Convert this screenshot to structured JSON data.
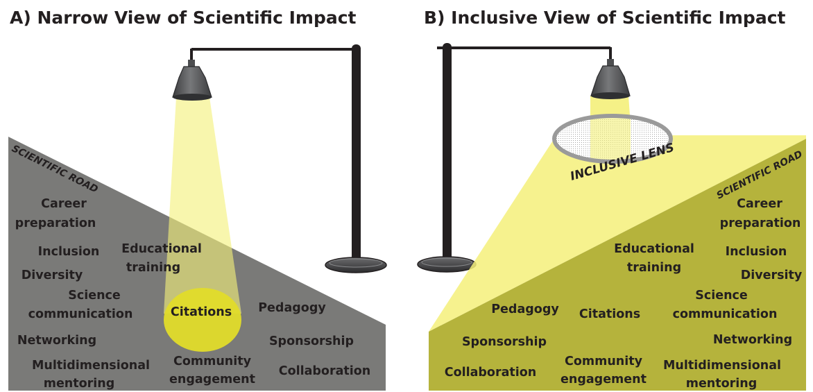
{
  "panels": {
    "narrow": {
      "title": "A) Narrow View of Scientific Impact",
      "road_label": "SCIENTIFIC ROAD",
      "labels": {
        "career_1": "Career",
        "career_2": "preparation",
        "inclusion": "Inclusion",
        "diversity": "Diversity",
        "science_1": "Science",
        "science_2": "communication",
        "networking": "Networking",
        "mentoring_1": "Multidimensional",
        "mentoring_2": "mentoring",
        "educational_1": "Educational",
        "educational_2": "training",
        "citations": "Citations",
        "community_1": "Community",
        "community_2": "engagement",
        "pedagogy": "Pedagogy",
        "sponsorship": "Sponsorship",
        "collaboration": "Collaboration"
      }
    },
    "inclusive": {
      "title": "B) Inclusive View of Scientific Impact",
      "lens_label": "INCLUSIVE LENS",
      "road_label": "SCIENTIFIC ROAD",
      "labels": {
        "career_1": "Career",
        "career_2": "preparation",
        "educational_1": "Educational",
        "educational_2": "training",
        "inclusion": "Inclusion",
        "diversity": "Diversity",
        "science_1": "Science",
        "science_2": "communication",
        "pedagogy": "Pedagogy",
        "citations": "Citations",
        "networking": "Networking",
        "sponsorship": "Sponsorship",
        "collaboration": "Collaboration",
        "community_1": "Community",
        "community_2": "engagement",
        "mentoring_1": "Multidimensional",
        "mentoring_2": "mentoring"
      }
    }
  },
  "colors": {
    "road_gray": "#7a7a78",
    "road_olive": "#b5b33c",
    "light_beam": "#f4f07a",
    "citations_spot": "#e2dc2a",
    "lamp_gray": "#5f6062",
    "post_dark": "#231f20"
  }
}
